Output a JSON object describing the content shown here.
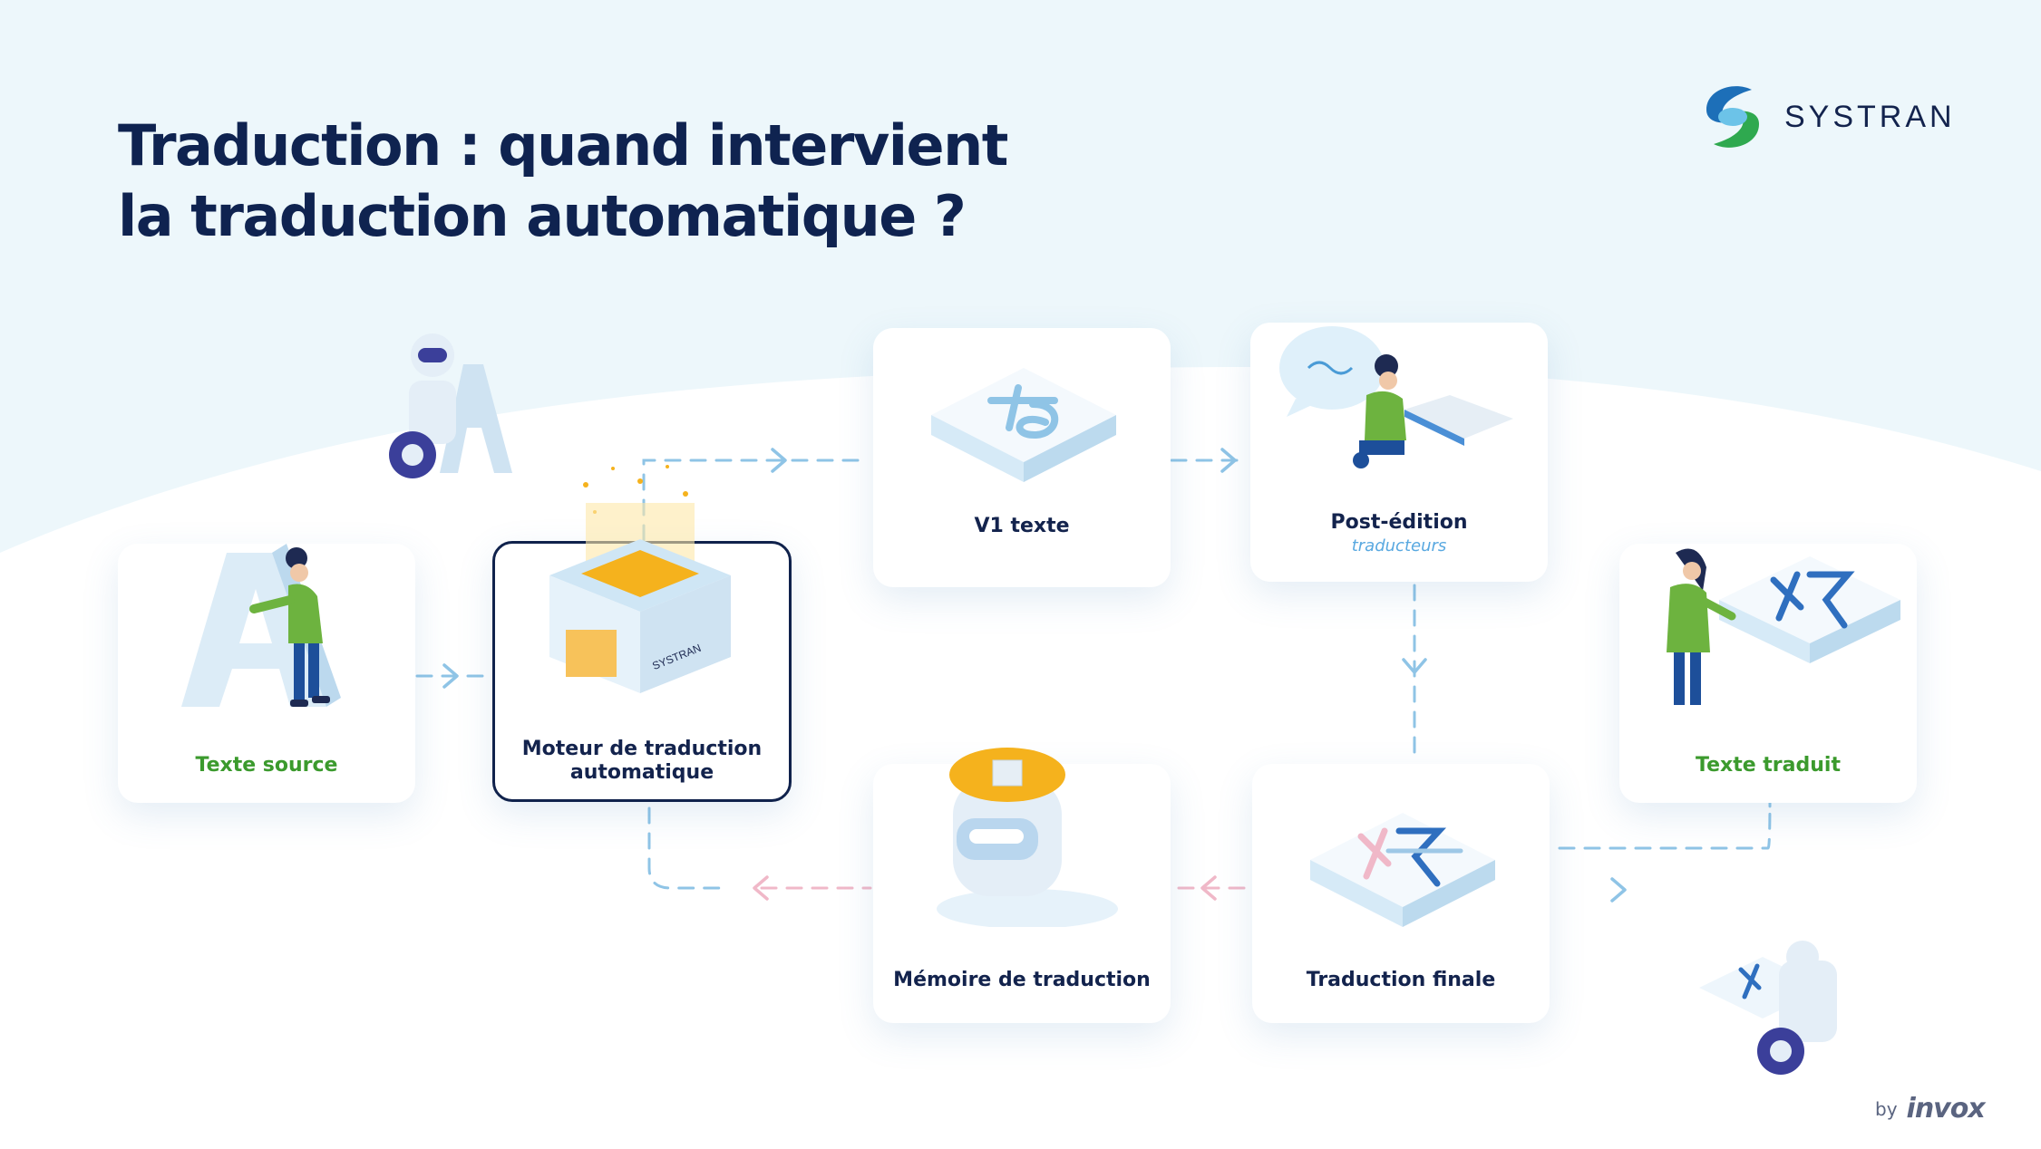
{
  "title": {
    "line1": "Traduction : quand intervient",
    "line2": "la traduction automatique ?"
  },
  "brand": {
    "name": "SYSTRAN",
    "machine_label": "SYSTRAN"
  },
  "steps": [
    {
      "label": "Texte source"
    },
    {
      "label": "Moteur de traduction automatique"
    },
    {
      "label": "V1 texte"
    },
    {
      "label": "Post-édition",
      "sublabel": "traducteurs"
    },
    {
      "label": "Texte traduit"
    },
    {
      "label": "Traduction finale"
    },
    {
      "label": "Mémoire de traduction"
    }
  ],
  "footer": {
    "by": "by",
    "credit": "invox"
  },
  "colors": {
    "navy": "#10224c",
    "green": "#3b9a2d",
    "sky": "#8fc4e6",
    "pink": "#f0b8c8",
    "gold": "#f5b21d"
  }
}
